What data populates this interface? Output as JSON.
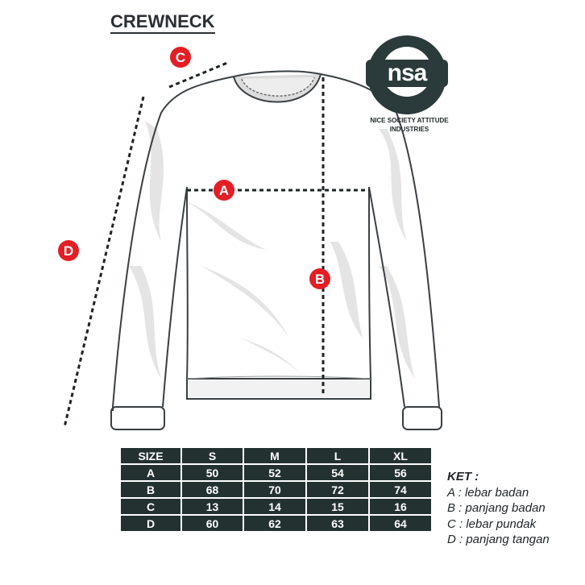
{
  "title": "CREWNECK",
  "logo": {
    "mark": "nsa",
    "line1": "NICE SOCIETY ATTITUDE",
    "line2": "INDUSTRIES"
  },
  "markers": {
    "a": "A",
    "b": "B",
    "c": "C",
    "d": "D"
  },
  "colors": {
    "marker": "#e31e24",
    "table_bg": "#233131",
    "logo": "#2b3a3a"
  },
  "size_table": {
    "headers": [
      "SIZE",
      "S",
      "M",
      "L",
      "XL"
    ],
    "rows": [
      [
        "A",
        "50",
        "52",
        "54",
        "56"
      ],
      [
        "B",
        "68",
        "70",
        "72",
        "74"
      ],
      [
        "C",
        "13",
        "14",
        "15",
        "16"
      ],
      [
        "D",
        "60",
        "62",
        "63",
        "64"
      ]
    ]
  },
  "legend": {
    "heading": "KET :",
    "items": [
      "A : lebar badan",
      "B : panjang badan",
      "C : lebar pundak",
      "D : panjang tangan"
    ]
  }
}
